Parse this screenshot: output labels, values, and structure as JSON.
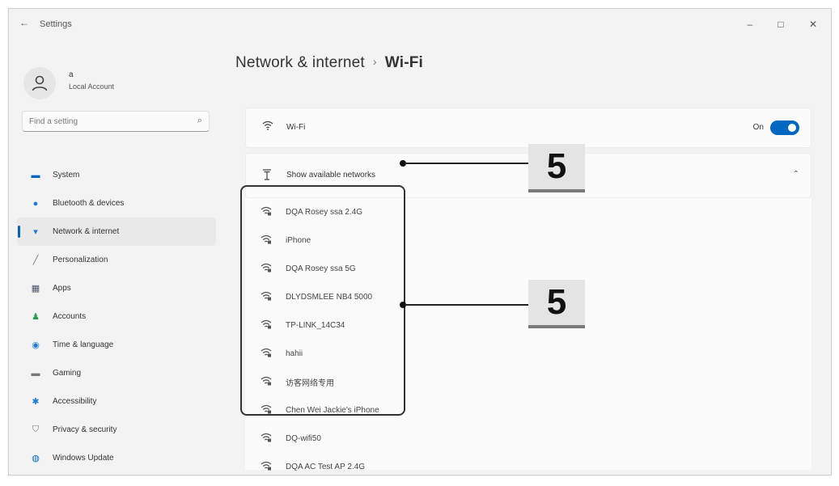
{
  "window": {
    "back_glyph": "←",
    "title": "Settings",
    "minimize_glyph": "–",
    "maximize_glyph": "□",
    "close_glyph": "✕"
  },
  "user": {
    "name": "a",
    "email": "Local Account"
  },
  "search": {
    "placeholder": "Find a setting",
    "icon": "search-icon"
  },
  "nav": [
    {
      "label": "System",
      "icon": "system-icon",
      "color": "#0067c0"
    },
    {
      "label": "Bluetooth & devices",
      "icon": "bluetooth-icon",
      "color": "#1e7bd6"
    },
    {
      "label": "Network & internet",
      "icon": "wifi-icon",
      "color": "#1e7bd6",
      "active": true
    },
    {
      "label": "Personalization",
      "icon": "brush-icon",
      "color": "#777777"
    },
    {
      "label": "Apps",
      "icon": "apps-icon",
      "color": "#4a5568"
    },
    {
      "label": "Accounts",
      "icon": "person-icon",
      "color": "#2b9a4b"
    },
    {
      "label": "Time & language",
      "icon": "globe-icon",
      "color": "#1e7bd6"
    },
    {
      "label": "Gaming",
      "icon": "gamepad-icon",
      "color": "#777777"
    },
    {
      "label": "Accessibility",
      "icon": "accessibility-icon",
      "color": "#1e7bd6"
    },
    {
      "label": "Privacy & security",
      "icon": "shield-icon",
      "color": "#777777"
    },
    {
      "label": "Windows Update",
      "icon": "update-icon",
      "color": "#0067c0"
    }
  ],
  "breadcrumb": {
    "parent": "Network & internet",
    "separator": "›",
    "current": "Wi-Fi"
  },
  "wifi_row": {
    "label": "Wi-Fi",
    "state_label": "On",
    "enabled": true
  },
  "networks_row": {
    "label": "Show available networks",
    "expanded": true
  },
  "networks": [
    "DQA Rosey ssa 2.4G",
    "iPhone",
    "DQA Rosey ssa 5G",
    "DLYDSMLEE NB4 5000",
    "TP-LINK_14C34",
    "hahii",
    "访客网络专用",
    "Chen Wei Jackie's iPhone",
    "DQ-wifi50",
    "DQA AC Test AP 2.4G"
  ],
  "callouts": {
    "top": "5",
    "bottom": "5"
  },
  "accent_color": "#0067c0"
}
